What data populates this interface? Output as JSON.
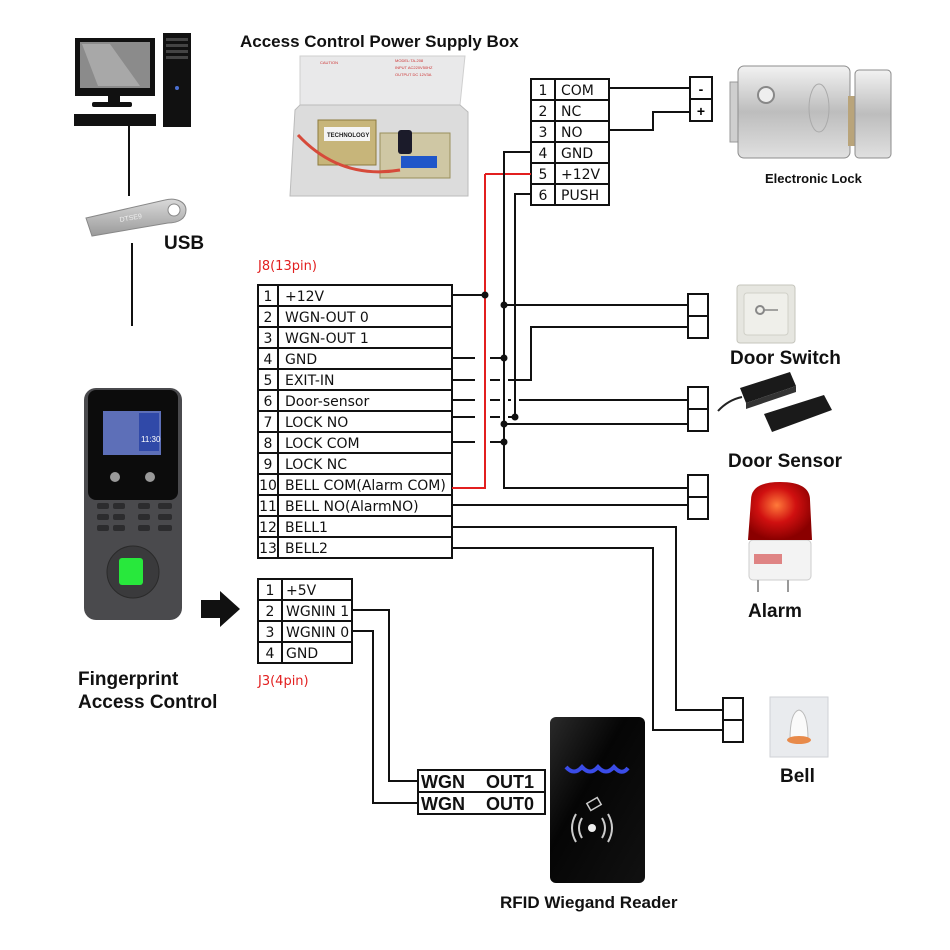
{
  "title": "Access Control Power Supply Box",
  "colors": {
    "wire": "#111111",
    "power_wire": "#e21f1f",
    "connector_label": "#e21f1f"
  },
  "devices": {
    "computer": {
      "label": "",
      "icon": "desktop-computer-icon"
    },
    "usb": {
      "label": "USB",
      "icon": "usb-drive-icon"
    },
    "power_supply": {
      "label": "Access Control Power Supply Box",
      "icon": "power-supply-box-icon",
      "box_text": "TECHNOLOGY"
    },
    "electronic_lock": {
      "label": "Electronic Lock",
      "icon": "electronic-lock-icon",
      "terminals": [
        "-",
        "+"
      ]
    },
    "door_switch": {
      "label": "Door Switch",
      "icon": "exit-button-icon"
    },
    "door_sensor": {
      "label": "Door Sensor",
      "icon": "magnetic-sensor-icon"
    },
    "alarm": {
      "label": "Alarm",
      "icon": "siren-icon"
    },
    "bell": {
      "label": "Bell",
      "icon": "bell-icon"
    },
    "fingerprint": {
      "label_line1": "Fingerprint",
      "label_line2": "Access Control",
      "icon": "fingerprint-terminal-icon",
      "screen_time": "11:30"
    },
    "rfid_reader": {
      "label": "RFID Wiegand Reader",
      "icon": "rfid-reader-icon"
    }
  },
  "power_terminal": {
    "pins": [
      {
        "num": "1",
        "name": "COM"
      },
      {
        "num": "2",
        "name": "NC"
      },
      {
        "num": "3",
        "name": "NO"
      },
      {
        "num": "4",
        "name": "GND"
      },
      {
        "num": "5",
        "name": "+12V"
      },
      {
        "num": "6",
        "name": "PUSH"
      }
    ]
  },
  "j8": {
    "label": "J8(13pin)",
    "pins": [
      {
        "num": "1",
        "name": "+12V"
      },
      {
        "num": "2",
        "name": "WGN-OUT 0"
      },
      {
        "num": "3",
        "name": "WGN-OUT 1"
      },
      {
        "num": "4",
        "name": "GND"
      },
      {
        "num": "5",
        "name": "EXIT-IN"
      },
      {
        "num": "6",
        "name": "Door-sensor"
      },
      {
        "num": "7",
        "name": "LOCK NO"
      },
      {
        "num": "8",
        "name": "LOCK COM"
      },
      {
        "num": "9",
        "name": "LOCK NC"
      },
      {
        "num": "10",
        "name": "BELL COM(Alarm COM)"
      },
      {
        "num": "11",
        "name": "BELL NO(AlarmNO)"
      },
      {
        "num": "12",
        "name": "BELL1"
      },
      {
        "num": "13",
        "name": "BELL2"
      }
    ]
  },
  "j3": {
    "label": "J3(4pin)",
    "pins": [
      {
        "num": "1",
        "name": "+5V"
      },
      {
        "num": "2",
        "name": "WGNIN 1"
      },
      {
        "num": "3",
        "name": "WGNIN 0"
      },
      {
        "num": "4",
        "name": "GND"
      }
    ]
  },
  "reader_terminal": {
    "rows": [
      {
        "a": "WGN",
        "b": "OUT1"
      },
      {
        "a": "WGN",
        "b": "OUT0"
      }
    ]
  }
}
